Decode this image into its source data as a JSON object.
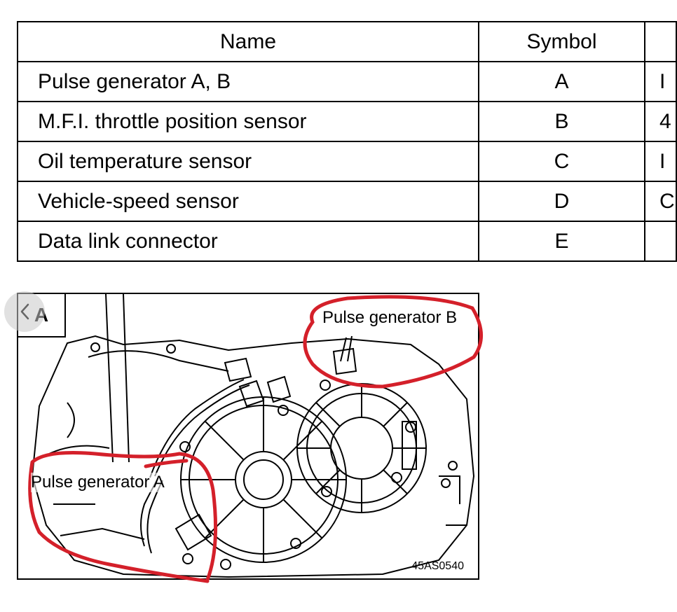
{
  "table": {
    "headers": {
      "name": "Name",
      "symbol": "Symbol",
      "extra": ""
    },
    "rows": [
      {
        "name": "Pulse generator A, B",
        "symbol": "A",
        "extra": "I"
      },
      {
        "name": "M.F.I. throttle position sensor",
        "symbol": "B",
        "extra": "4"
      },
      {
        "name": "Oil temperature sensor",
        "symbol": "C",
        "extra": "I"
      },
      {
        "name": "Vehicle-speed sensor",
        "symbol": "D",
        "extra": "C"
      },
      {
        "name": "Data link connector",
        "symbol": "E",
        "extra": ""
      }
    ]
  },
  "figure": {
    "letter": "A",
    "callout_b": "Pulse generator B",
    "callout_a": "Pulse generator A",
    "code": "45AS0540",
    "annotation_color": "#d4202a"
  },
  "overlay": {
    "back_icon": "chevron-left-icon"
  }
}
